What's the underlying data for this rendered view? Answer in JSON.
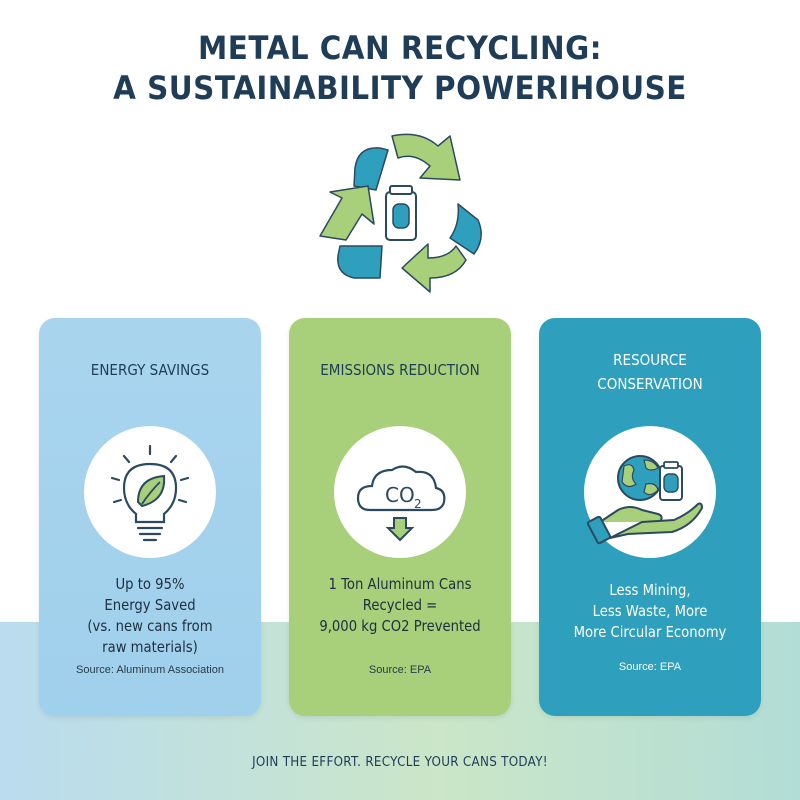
{
  "title": {
    "line1": "METAL CAN RECYCLING:",
    "line2": "A SUSTAINABILITY POWERIHOUSE"
  },
  "colors": {
    "navy": "#1f3d57",
    "green": "#a8cf79",
    "light_blue": "#a9d4ee",
    "teal": "#2e9fbc"
  },
  "cards": [
    {
      "title": [
        "ENERGY SAVINGS"
      ],
      "icon": "lightbulb-leaf-icon",
      "stat": [
        "Up to 95%",
        "Energy Saved",
        "(vs. new cans from",
        "raw materials)"
      ],
      "source": "Source: Aluminum Association"
    },
    {
      "title": [
        "EMISSIONS REDUCTION"
      ],
      "icon": "co2-cloud-icon",
      "icon_text": "CO",
      "icon_sub": "2",
      "stat": [
        "1 Ton Aluminum Cans",
        "Recycled =",
        "9,000 kg CO2 Prevented"
      ],
      "source": "Source: EPA"
    },
    {
      "title": [
        "RESOURCE",
        "CONSERVATION"
      ],
      "icon": "globe-hand-can-icon",
      "stat": [
        "Less Mining,",
        "Less Waste, More",
        "More Circular Economy"
      ],
      "source": "Source: EPA"
    }
  ],
  "footer": "JOIN THE EFFORT. RECYCLE YOUR CANS TODAY!"
}
